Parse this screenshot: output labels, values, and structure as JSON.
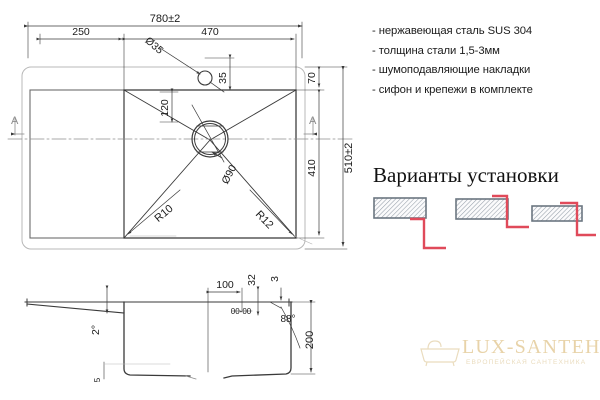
{
  "document": {
    "type": "technical-drawing",
    "product": "kitchen-sink"
  },
  "specs": {
    "items": [
      "- нержавеющая сталь SUS 304",
      "- толщина стали 1,5-3мм",
      "- шумоподавляющие накладки",
      "- сифон и крепежи в комплекте"
    ]
  },
  "installation": {
    "title": "Варианты установки",
    "options": [
      {
        "name": "flush-mount",
        "label": ""
      },
      {
        "name": "top-mount",
        "label": ""
      },
      {
        "name": "under-mount",
        "label": ""
      }
    ]
  },
  "logo": {
    "name": "LUX-SANTEH",
    "tagline": "ЕВРОПЕЙСКАЯ САНТЕХНИКА",
    "color": "#e8d3a9",
    "icon": "bathtub-icon"
  },
  "top_view": {
    "dimensions": {
      "overall_width": "780±2",
      "overall_height": "510±2",
      "left_offset": "250",
      "bowl_width": "470",
      "top_offset": "70",
      "bowl_height": "410",
      "tap_hole_diameter": "Ø35",
      "tap_hole_offset": "35",
      "drain_offset": "120",
      "drain_diameter": "Ø90",
      "radius_outer": "R10",
      "radius_inner": "R12"
    },
    "section_marker": "A"
  },
  "section_view": {
    "dimensions": {
      "ledge_angle": "2°",
      "ledge_thickness": "5",
      "flange_width": "100",
      "lip_width": "32",
      "edge_thickness": "3",
      "wall_angle": "88°",
      "depth": "200",
      "small_label": "00-00"
    }
  },
  "colors": {
    "line": "#3a3a3a",
    "light_line": "#b8b8b8",
    "accent_red": "#e04a5a",
    "hatch": "#9aa3ad"
  }
}
